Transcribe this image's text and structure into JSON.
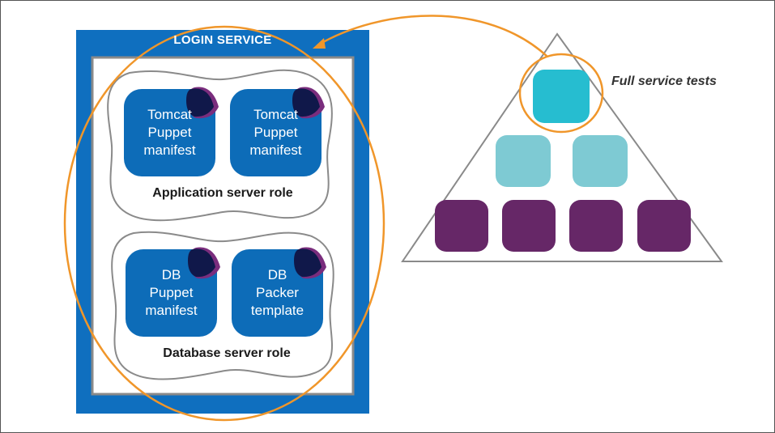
{
  "service": {
    "title": "LOGIN SERVICE"
  },
  "roles": [
    {
      "label": "Application server role",
      "components": [
        {
          "label": "Tomcat\nPuppet\nmanifest"
        },
        {
          "label": "Tomcat\nPuppet\nmanifest"
        }
      ]
    },
    {
      "label": "Database server role",
      "components": [
        {
          "label": "DB\nPuppet\nmanifest"
        },
        {
          "label": "DB\nPacker\ntemplate"
        }
      ]
    }
  ],
  "pyramid": {
    "highlight_label": "Full service tests",
    "tiers": [
      {
        "count": 1,
        "color": "#26bdd0"
      },
      {
        "count": 2,
        "color": "#7ecad3"
      },
      {
        "count": 4,
        "color": "#662767"
      }
    ]
  },
  "colors": {
    "service_blue": "#0f6fbf",
    "component_blue": "#0d6cb8",
    "accent_orange": "#f0962a",
    "corner_navy": "#10184a",
    "corner_purple": "#7a2d7d",
    "outline_gray": "#8a8a8a"
  }
}
